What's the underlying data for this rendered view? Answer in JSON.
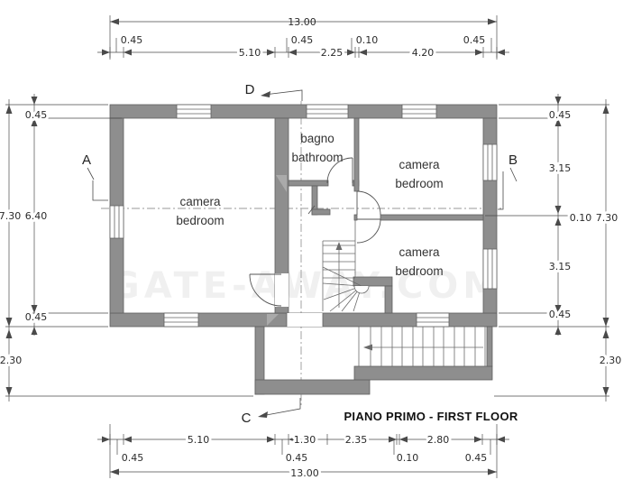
{
  "title": "PIANO PRIMO - FIRST FLOOR",
  "watermark": "GATE-AWAY.COM",
  "rooms": {
    "bedroom_left": {
      "line1": "camera",
      "line2": "bedroom"
    },
    "bathroom": {
      "line1": "bagno",
      "line2": "bathroom"
    },
    "bedroom_top_right": {
      "line1": "camera",
      "line2": "bedroom"
    },
    "bedroom_bottom_right": {
      "line1": "camera",
      "line2": "bedroom"
    }
  },
  "markers": {
    "a": "A",
    "b": "B",
    "c": "C",
    "d": "D"
  },
  "dims": {
    "top": {
      "total": "13.00",
      "row": [
        "0.45",
        "5.10",
        "0.45",
        "2.25",
        "0.10",
        "4.20",
        "0.45"
      ]
    },
    "bottom": {
      "total": "13.00",
      "row": [
        "0.45",
        "5.10",
        "0.45",
        "1.30",
        "2.35",
        "0.10",
        "2.80",
        "0.45"
      ]
    },
    "left": {
      "wall_top": "0.45",
      "inner": "6.40",
      "wall_bottom": "0.45",
      "total": "7.30",
      "stair": "2.30"
    },
    "right": {
      "wall_top": "0.45",
      "room_top": "3.15",
      "partition": "0.10",
      "room_bottom": "3.15",
      "wall_bottom": "0.45",
      "total": "7.30",
      "stair": "2.30"
    }
  },
  "colors": {
    "wall": "#8e8e8e",
    "line": "#555555",
    "text": "#2b2b2b",
    "section_line": "#9a9a9a"
  }
}
